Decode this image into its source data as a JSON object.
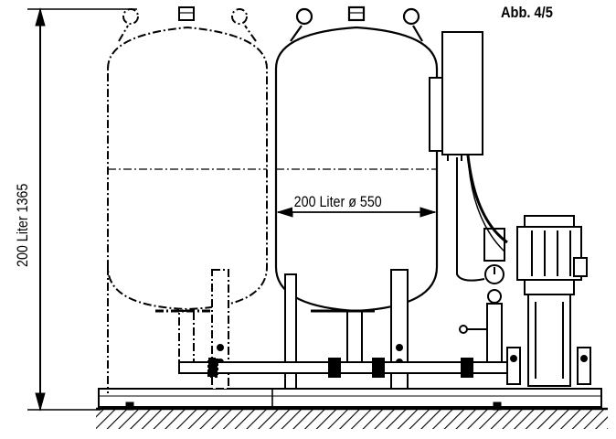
{
  "figure_number": "Abb. 4/5",
  "diameter_dimension": "200 Liter ø 550",
  "height_dimension": "200 Liter 1365"
}
